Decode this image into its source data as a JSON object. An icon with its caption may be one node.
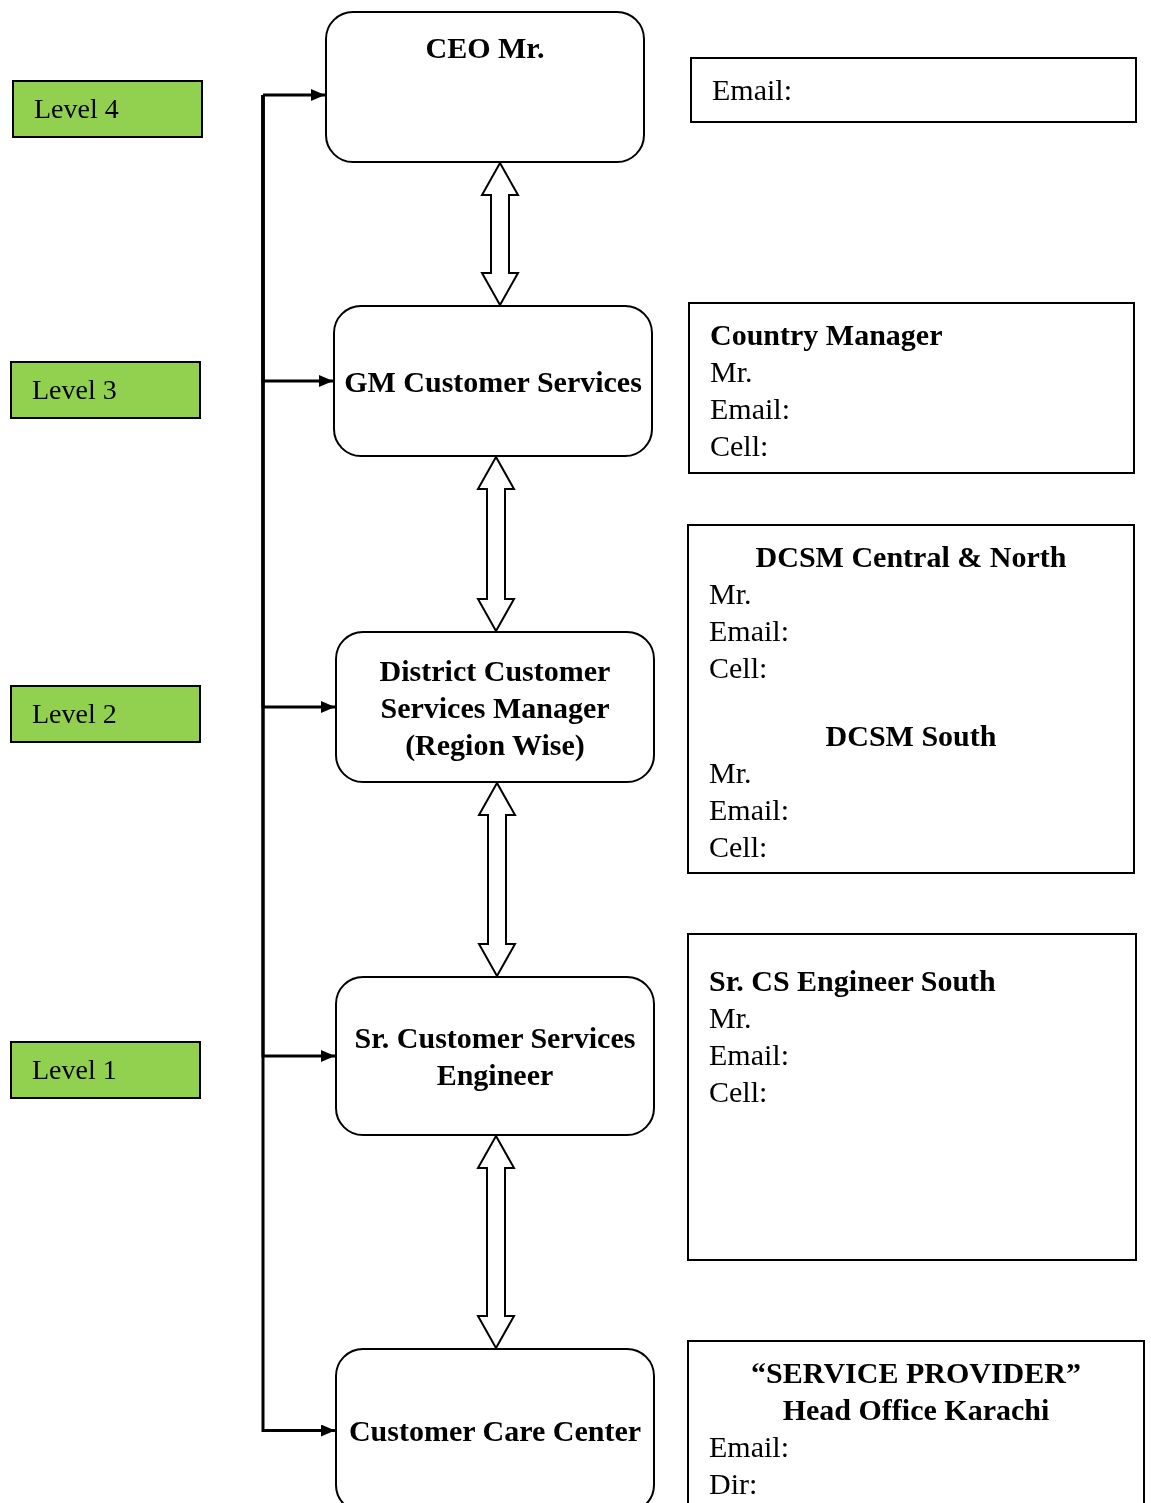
{
  "diagram": {
    "nodes": [
      {
        "text": [
          "Level 4"
        ]
      },
      {
        "text": [
          "Level 3"
        ]
      },
      {
        "text": [
          "Level 2"
        ]
      },
      {
        "text": [
          "Level 1"
        ]
      },
      {
        "text": [
          "CEO Mr."
        ]
      },
      {
        "text": [
          "Email:"
        ]
      },
      {
        "text": [
          "GM Customer Services"
        ]
      },
      {
        "text": [
          "Country Manager",
          "Mr.",
          "Email:",
          "Cell:"
        ]
      },
      {
        "text": [
          "District Customer Services Manager (Region Wise)"
        ]
      },
      {
        "text": [
          "DCSM Central & North",
          "Mr.",
          "Email:",
          "Cell:",
          "DCSM South",
          "Mr.",
          "Email:",
          "Cell:"
        ]
      },
      {
        "text": [
          "Sr. Customer Services Engineer"
        ]
      },
      {
        "text": [
          "Sr. CS Engineer South",
          "Mr.",
          "Email:",
          "Cell:"
        ]
      },
      {
        "text": [
          "Customer Care Center"
        ]
      },
      {
        "text": [
          "“SERVICE PROVIDER”",
          "Head Office Karachi",
          "Email:",
          "Dir:"
        ]
      }
    ],
    "edges": [
      {
        "from": 4,
        "to": 6,
        "arrow": "both"
      },
      {
        "from": 6,
        "to": 8,
        "arrow": "both"
      },
      {
        "from": 8,
        "to": 10,
        "arrow": "both"
      },
      {
        "from": 10,
        "to": 12,
        "arrow": "both"
      },
      {
        "from": null,
        "to": 4,
        "arrow": "to"
      },
      {
        "from": null,
        "to": 6,
        "arrow": "to"
      },
      {
        "from": null,
        "to": 8,
        "arrow": "to"
      },
      {
        "from": null,
        "to": 10,
        "arrow": "to"
      },
      {
        "from": null,
        "to": 12,
        "arrow": "to"
      }
    ]
  }
}
